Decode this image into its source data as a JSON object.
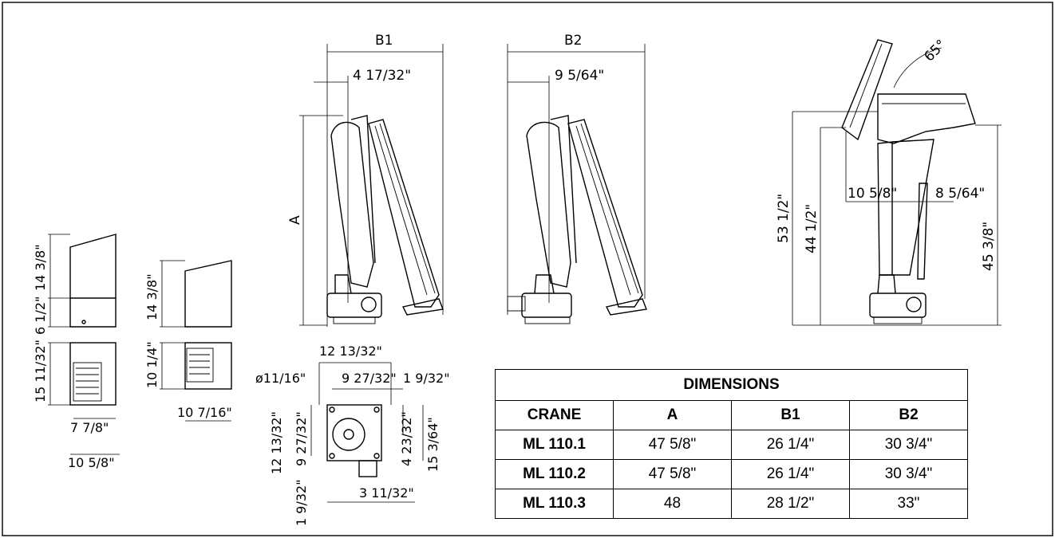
{
  "labels": {
    "b1": "B1",
    "b2": "B2",
    "a": "A",
    "d_4_17_32": "4 17/32\"",
    "d_9_5_64": "9 5/64\"",
    "angle_65": "65°",
    "d_53_1_2": "53 1/2\"",
    "d_44_1_2": "44 1/2\"",
    "d_45_3_8": "45 3/8\"",
    "d_10_5_8_side": "10 5/8\"",
    "d_8_5_64": "8 5/64\"",
    "d_14_3_8_a": "14 3/8\"",
    "d_6_1_2": "6 1/2\"",
    "d_15_11_32": "15 11/32\"",
    "d_7_7_8": "7 7/8\"",
    "d_10_5_8_bottom": "10 5/8\"",
    "d_14_3_8_b": "14 3/8\"",
    "d_10_1_4": "10 1/4\"",
    "d_10_7_16": "10 7/16\"",
    "d_12_13_32_top": "12 13/32\"",
    "d_phi_11_16": "ø11/16\"",
    "d_9_27_32_h": "9 27/32\"",
    "d_1_9_32_h": "1 9/32\"",
    "d_12_13_32_v": "12 13/32\"",
    "d_9_27_32_v": "9 27/32\"",
    "d_4_23_32": "4 23/32\"",
    "d_15_3_64": "15 3/64\"",
    "d_1_9_32_v": "1 9/32\"",
    "d_3_11_32": "3 11/32\""
  },
  "table": {
    "title": "DIMENSIONS",
    "headers": [
      "CRANE",
      "A",
      "B1",
      "B2"
    ],
    "rows": [
      [
        "ML 110.1",
        "47 5/8\"",
        "26 1/4\"",
        "30 3/4\""
      ],
      [
        "ML 110.2",
        "47 5/8\"",
        "26 1/4\"",
        "30 3/4\""
      ],
      [
        "ML 110.3",
        "48",
        "28 1/2\"",
        "33\""
      ]
    ]
  }
}
